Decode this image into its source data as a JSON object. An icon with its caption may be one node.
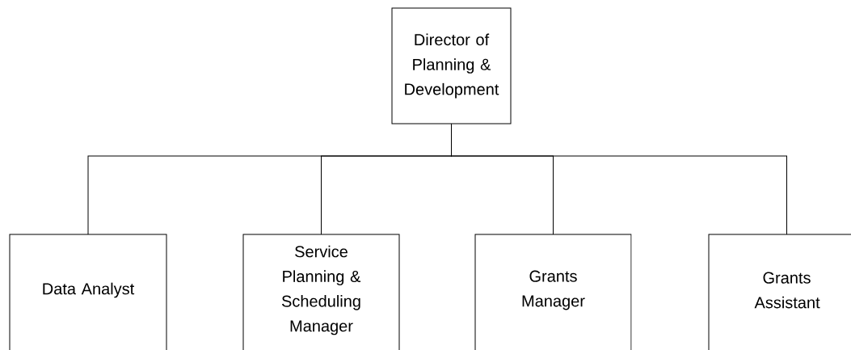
{
  "diagram": {
    "nodes": [
      {
        "text": [
          "Director of Planning & Development"
        ]
      },
      {
        "text": [
          "Data Analyst"
        ]
      },
      {
        "text": [
          "Service Planning & Scheduling Manager"
        ]
      },
      {
        "text": [
          "Grants Manager"
        ]
      },
      {
        "text": [
          "Grants Assistant"
        ]
      }
    ],
    "edges": [
      {
        "from": 0,
        "to": 1,
        "arrow": "none"
      },
      {
        "from": 0,
        "to": 2,
        "arrow": "none"
      },
      {
        "from": 0,
        "to": 3,
        "arrow": "none"
      },
      {
        "from": 0,
        "to": 4,
        "arrow": "none"
      }
    ]
  }
}
